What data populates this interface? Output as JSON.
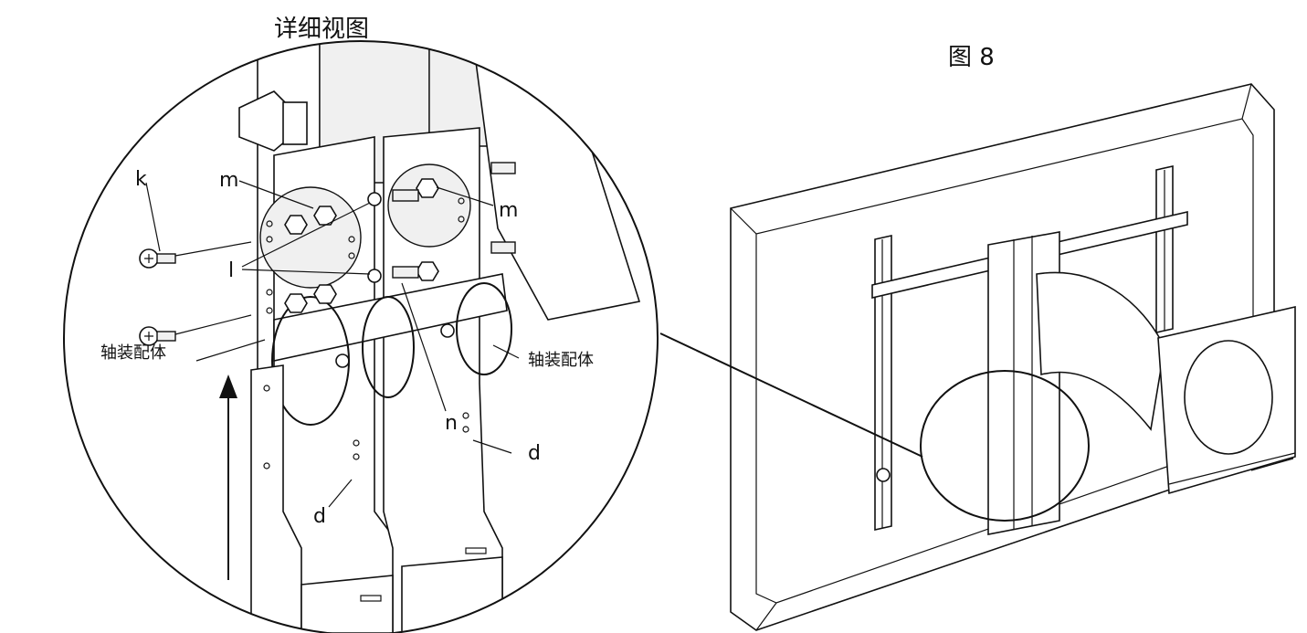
{
  "detail_title": "详细视图",
  "figure_label": "图 8",
  "callouts": {
    "k": "k",
    "m_left": "m",
    "m_right": "m",
    "l": "l",
    "n": "n",
    "d_left": "d",
    "d_right": "d",
    "shaft_left": "轴装配体",
    "shaft_right": "轴装配体"
  }
}
